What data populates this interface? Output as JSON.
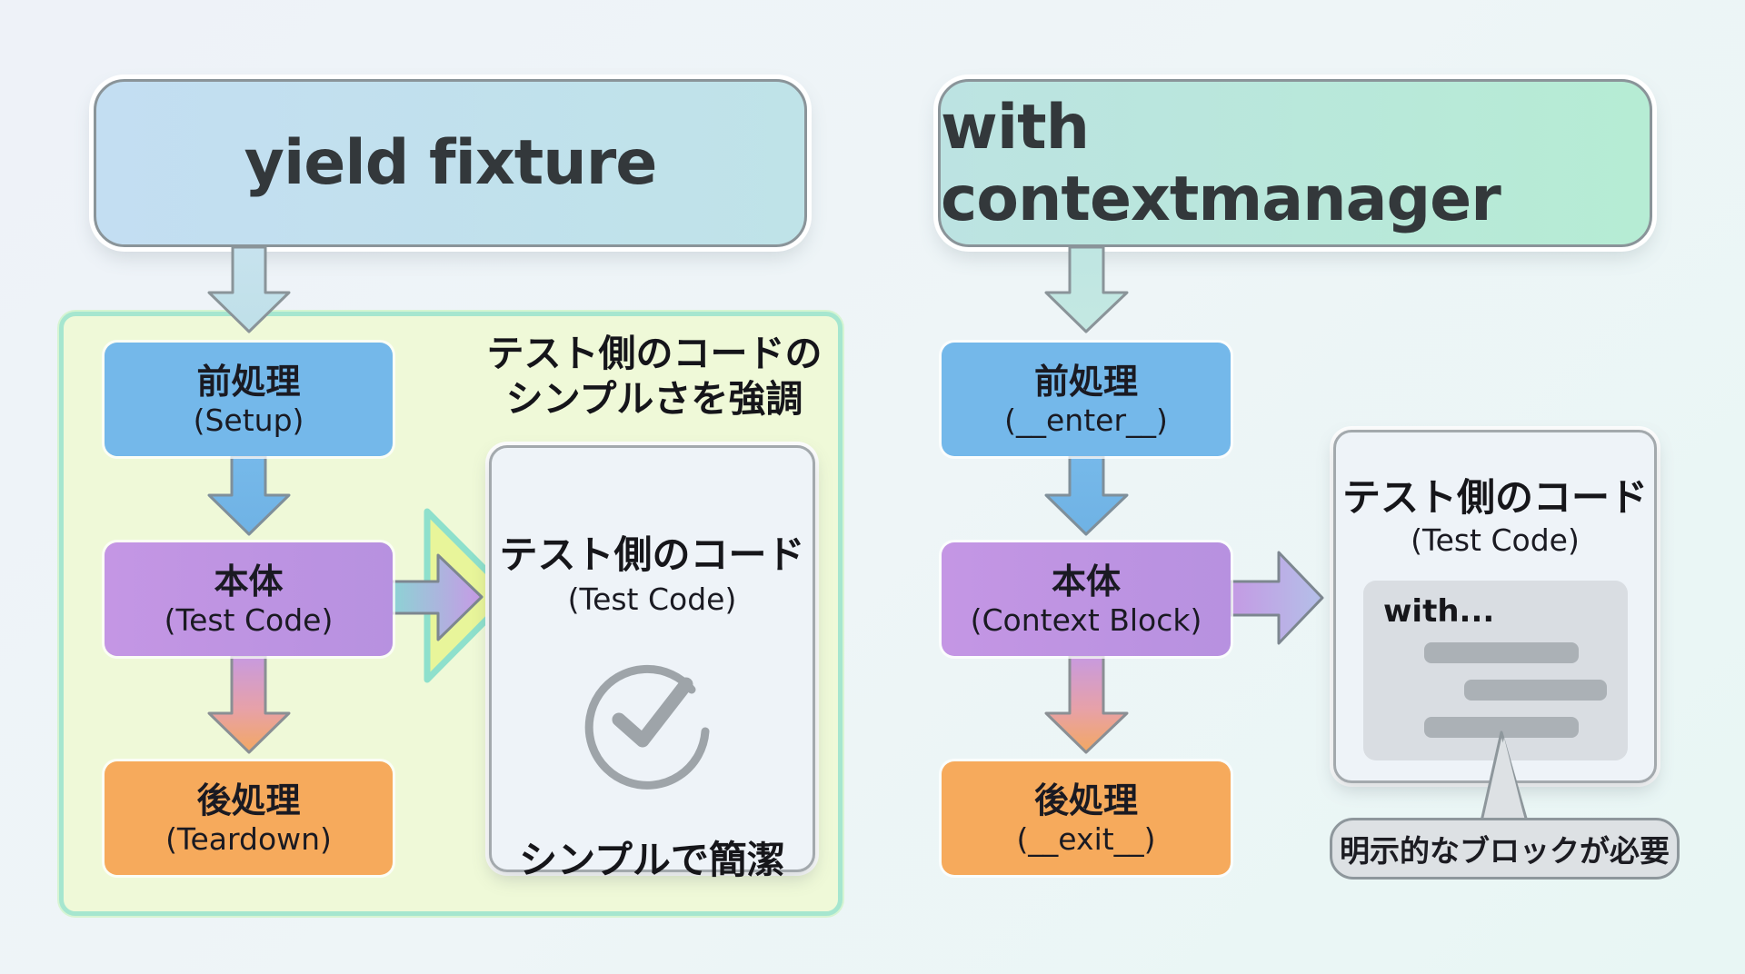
{
  "left_section": {
    "title": "yield fixture",
    "emphasis_label": "テスト側のコードの\nシンプルさを強調",
    "emphasis_line1": "テスト側のコードの",
    "emphasis_line2": "シンプルさを強調",
    "steps": [
      {
        "jp": "前処理",
        "en": "(Setup)",
        "color": "#74b8ea"
      },
      {
        "jp": "本体",
        "en": "(Test Code)",
        "color": "#c196e4"
      },
      {
        "jp": "後処理",
        "en": "(Teardown)",
        "color": "#f6aa5c"
      }
    ],
    "test_card": {
      "title": "テスト側のコード",
      "subtitle": "(Test Code)",
      "icon": "check-circle-icon",
      "caption": "シンプルで簡潔"
    }
  },
  "right_section": {
    "title": "with contextmanager",
    "steps": [
      {
        "jp": "前処理",
        "en": "(__enter__)",
        "color": "#74b8ea"
      },
      {
        "jp": "本体",
        "en": "(Context Block)",
        "color": "#c196e4"
      },
      {
        "jp": "後処理",
        "en": "(__exit__)",
        "color": "#f6aa5c"
      }
    ],
    "test_card": {
      "title": "テスト側のコード",
      "subtitle": "(Test Code)",
      "code_keyword": "with...",
      "callout": "明示的なブロックが必要"
    }
  }
}
